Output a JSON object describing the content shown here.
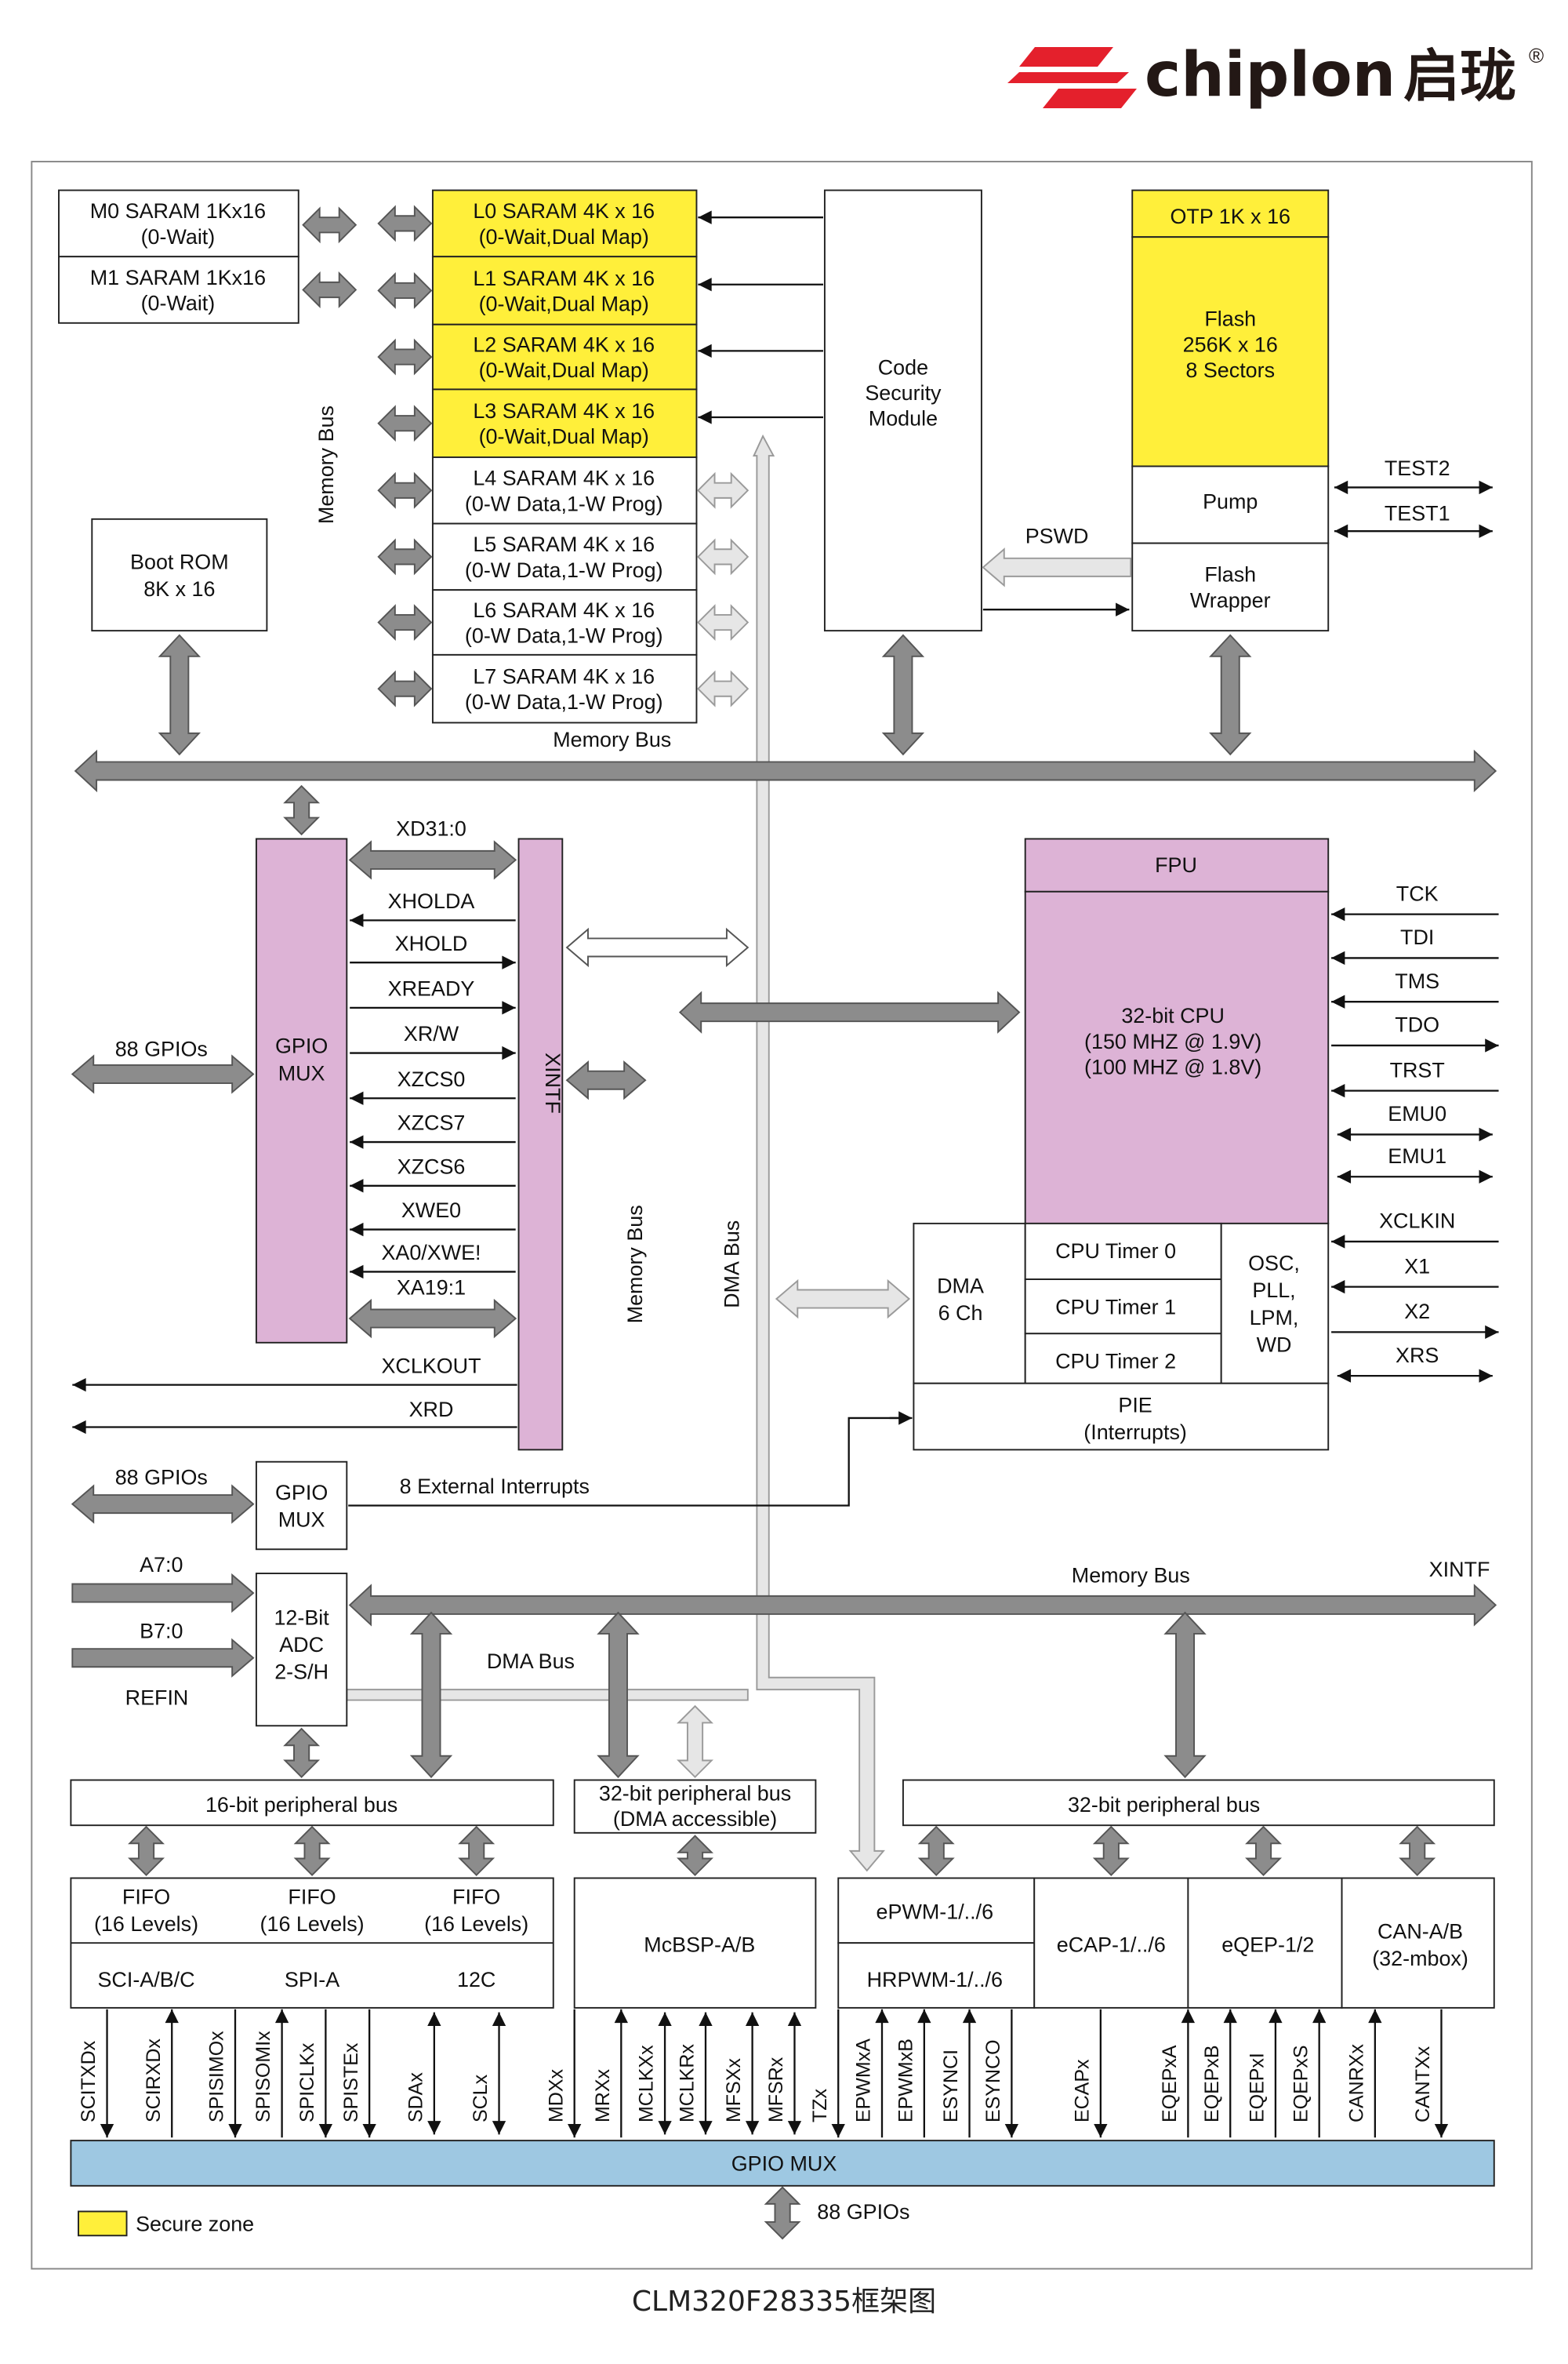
{
  "brand": {
    "name": "chiplon",
    "cn": "启珑",
    "reg": "®"
  },
  "caption": "CLM320F28335框架图",
  "memory": {
    "m0": [
      "M0 SARAM 1Kx16",
      "(0-Wait)"
    ],
    "m1": [
      "M1 SARAM 1Kx16",
      "(0-Wait)"
    ],
    "saram": [
      [
        "L0 SARAM 4K x 16",
        "(0-Wait,Dual Map)"
      ],
      [
        "L1 SARAM 4K x 16",
        "(0-Wait,Dual Map)"
      ],
      [
        "L2 SARAM 4K x 16",
        "(0-Wait,Dual Map)"
      ],
      [
        "L3 SARAM 4K x 16",
        "(0-Wait,Dual Map)"
      ],
      [
        "L4 SARAM 4K x 16",
        "(0-W Data,1-W Prog)"
      ],
      [
        "L5 SARAM 4K x 16",
        "(0-W Data,1-W Prog)"
      ],
      [
        "L6 SARAM 4K x 16",
        "(0-W Data,1-W Prog)"
      ],
      [
        "L7 SARAM 4K x 16",
        "(0-W Data,1-W Prog)"
      ]
    ],
    "boot_rom": [
      "Boot ROM",
      "8K x 16"
    ],
    "csm": [
      "Code",
      "Security",
      "Module"
    ],
    "otp": "OTP 1K x 16",
    "flash": [
      "Flash",
      "256K x 16",
      "8 Sectors"
    ],
    "pump": "Pump",
    "flash_wrapper": [
      "Flash",
      "Wrapper"
    ],
    "pswd": "PSWD",
    "test2": "TEST2",
    "test1": "TEST1"
  },
  "buses": {
    "memory_bus": "Memory Bus",
    "dma_bus": "DMA Bus",
    "xintf": "XINTF",
    "periph16": "16-bit peripheral bus",
    "periph32_dma": [
      "32-bit peripheral bus",
      "(DMA accessible)"
    ],
    "periph32": "32-bit peripheral bus"
  },
  "xintf": {
    "gpio_mux": [
      "GPIO",
      "MUX"
    ],
    "gpios": "88 GPIOs",
    "block": "XINTF",
    "signals": [
      "XD31:0",
      "XHOLDA",
      "XHOLD",
      "XREADY",
      "XR/W",
      "XZCS0",
      "XZCS7",
      "XZCS6",
      "XWE0",
      "XA0/XWE!",
      "XA19:1"
    ],
    "xclkout": "XCLKOUT",
    "xrd": "XRD"
  },
  "cpu": {
    "fpu": "FPU",
    "core": [
      "32-bit CPU",
      "(150 MHZ @ 1.9V)",
      "(100 MHZ @ 1.8V)"
    ],
    "dma": [
      "DMA",
      "6 Ch"
    ],
    "timers": [
      "CPU Timer 0",
      "CPU Timer 1",
      "CPU Timer 2"
    ],
    "osc": [
      "OSC,",
      "PLL,",
      "LPM,",
      "WD"
    ],
    "pie": [
      "PIE",
      "(Interrupts)"
    ],
    "pins": [
      "TCK",
      "TDI",
      "TMS",
      "TDO",
      "TRST",
      "EMU0",
      "EMU1",
      "XCLKIN",
      "X1",
      "X2",
      "XRS"
    ]
  },
  "interrupts": {
    "gpios": "88 GPIOs",
    "mux": [
      "GPIO",
      "MUX"
    ],
    "label": "8 External Interrupts"
  },
  "adc": {
    "block": [
      "12-Bit",
      "ADC",
      "2-S/H"
    ],
    "a": "A7:0",
    "b": "B7:0",
    "refin": "REFIN"
  },
  "peripherals": {
    "fifo": [
      "FIFO",
      "(16 Levels)"
    ],
    "sci": "SCI-A/B/C",
    "spi": "SPI-A",
    "i2c": "12C",
    "mcbsp": "McBSP-A/B",
    "epwm": "ePWM-1/../6",
    "hrpwm": "HRPWM-1/../6",
    "ecap": "eCAP-1/../6",
    "eqep": "eQEP-1/2",
    "can": [
      "CAN-A/B",
      "(32-mbox)"
    ]
  },
  "pins_bottom": [
    "SCITXDx",
    "SCIRXDx",
    "SPISIMOx",
    "SPISOMIx",
    "SPICLKx",
    "SPISTEx",
    "SDAx",
    "SCLx",
    "MDXx",
    "MRXx",
    "MCLKXx",
    "MCLKRx",
    "MFSXx",
    "MFSRx",
    "TZx",
    "EPWMxA",
    "EPWMxB",
    "ESYNCI",
    "ESYNCO",
    "ECAPx",
    "EQEPxA",
    "EQEPxB",
    "EQEPxI",
    "EQEPxS",
    "CANRXx",
    "CANTXx"
  ],
  "gpio_mux_bar": "GPIO MUX",
  "gpios_bottom": "88 GPIOs",
  "legend": "Secure zone",
  "colors": {
    "secure": "#ffef3a",
    "cpu": "#ddb3d6",
    "gpio_bar": "#9ec8e2",
    "arrow": "#8c8c8c",
    "dma": "#e6e6e6",
    "logo_red": "#e4202c"
  }
}
